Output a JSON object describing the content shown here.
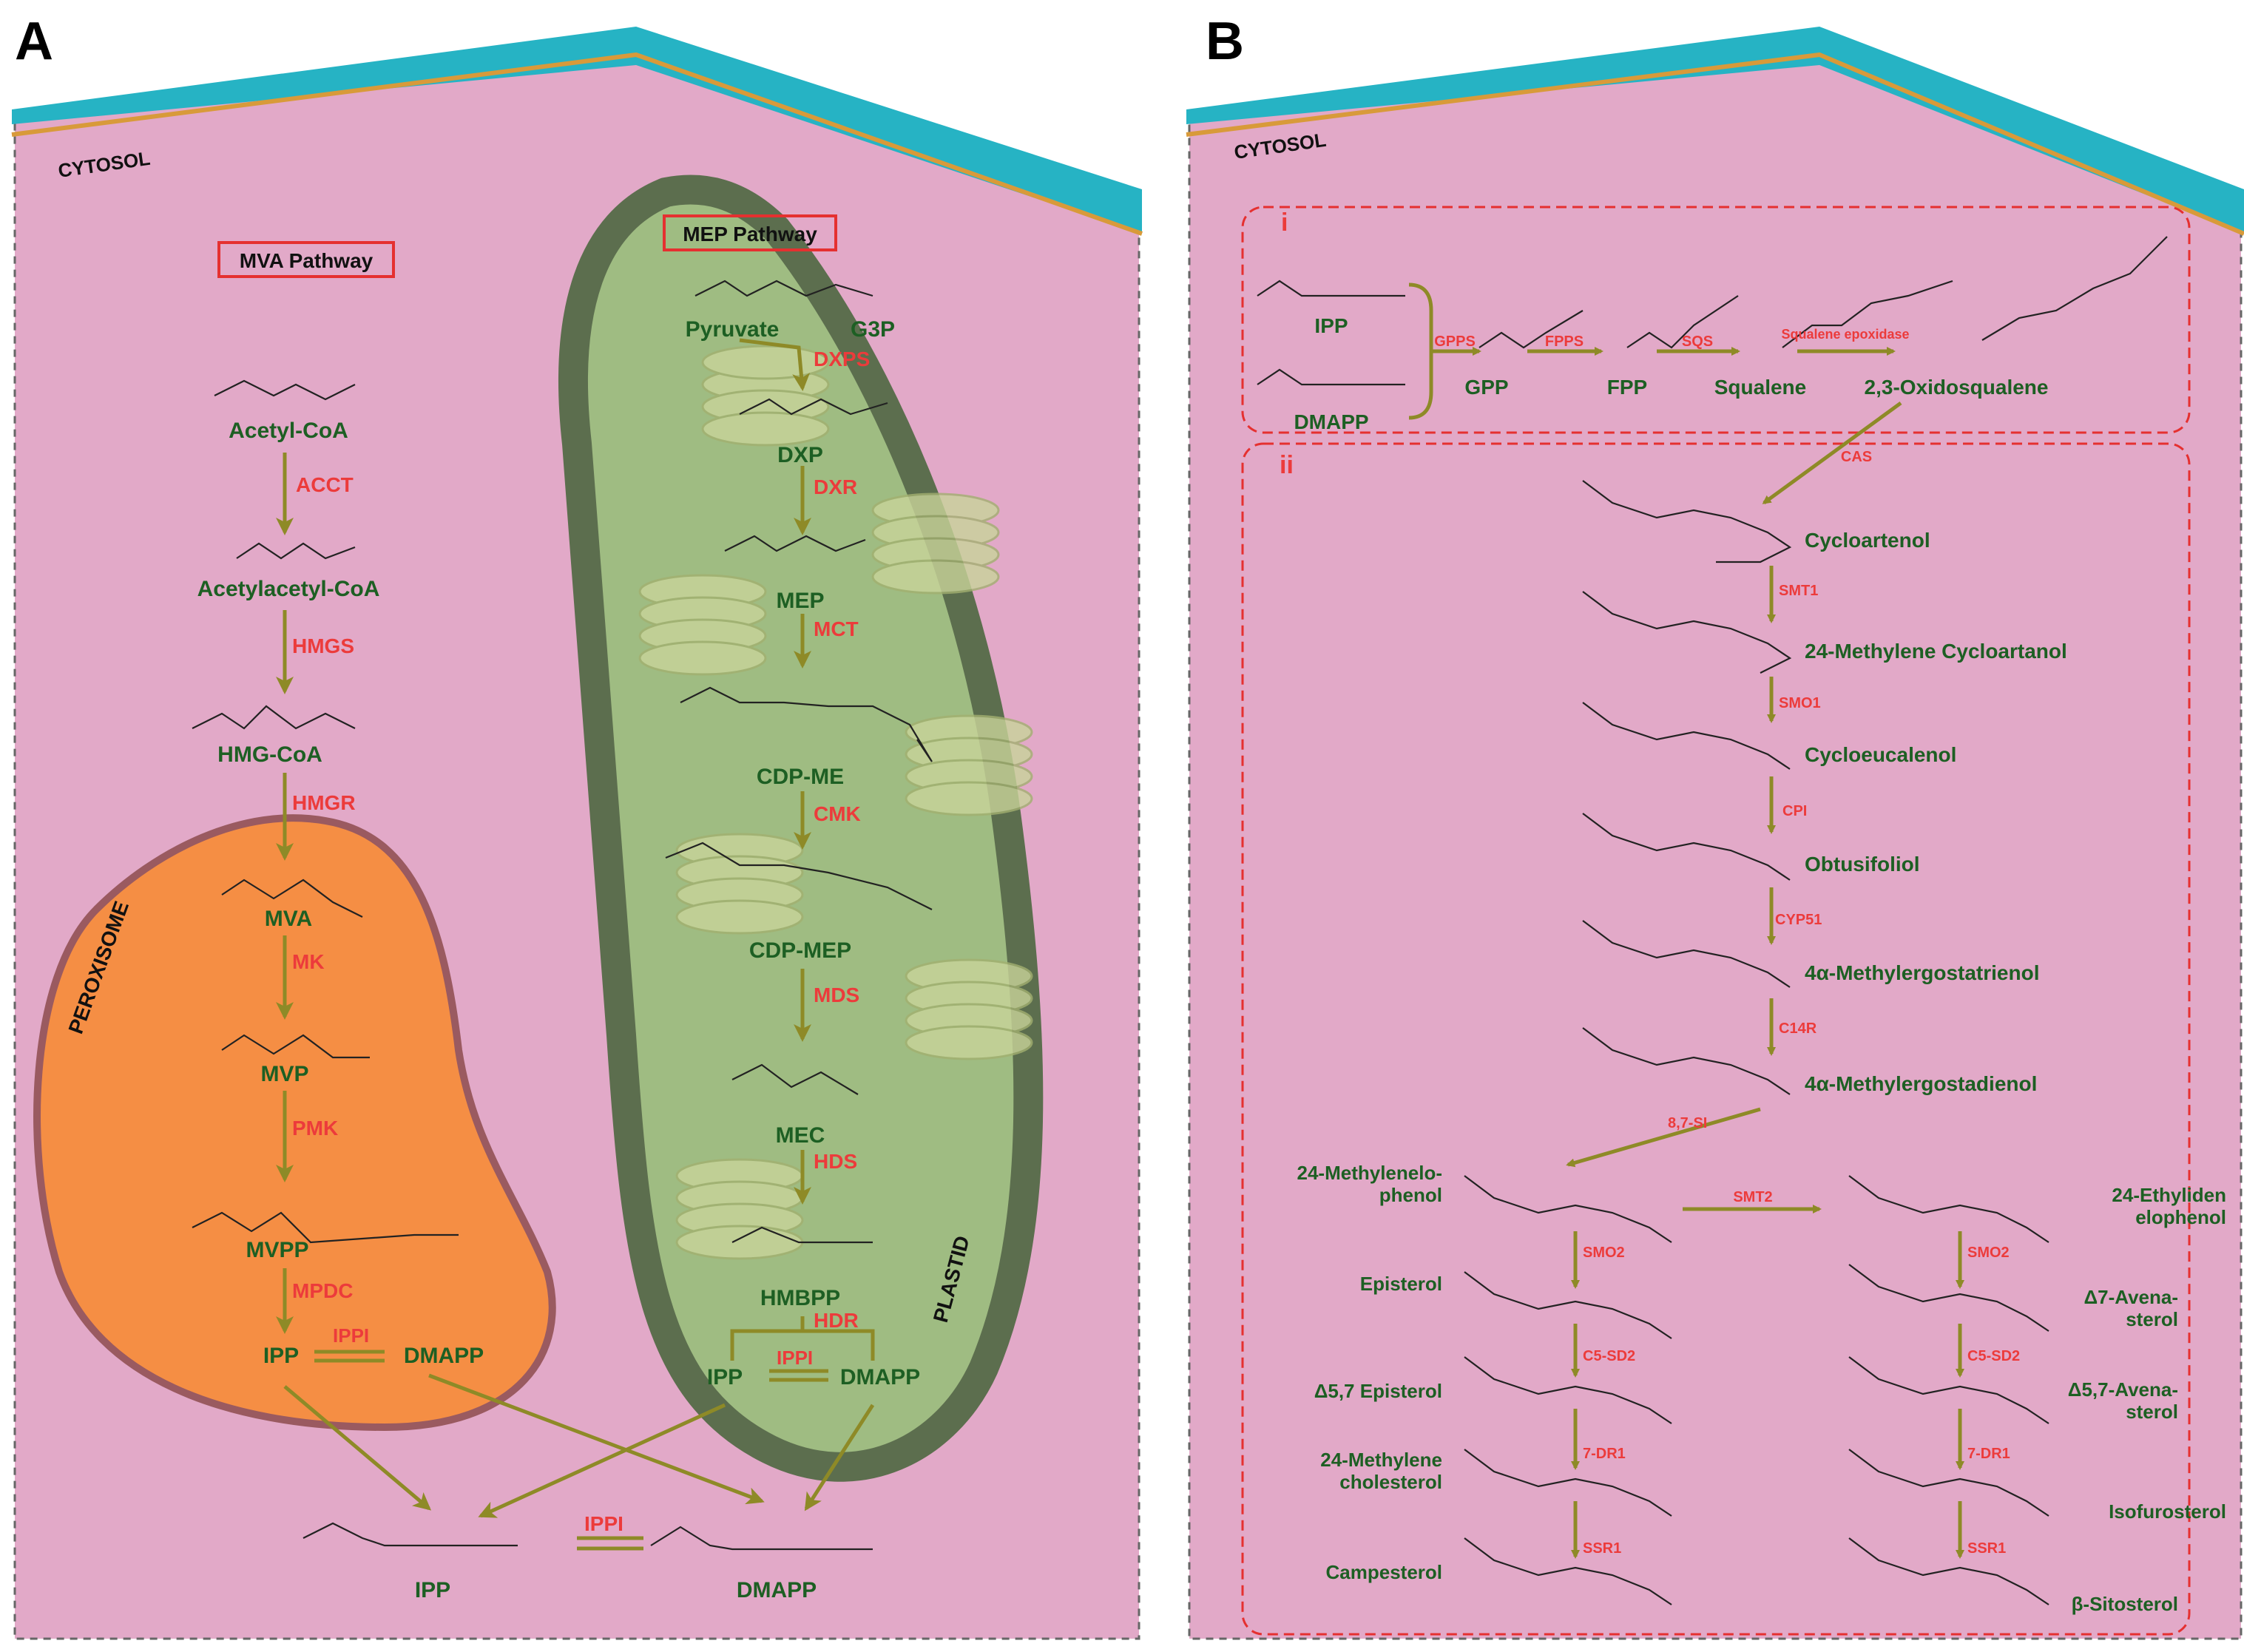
{
  "panel_a": {
    "letter": "A",
    "cytosol": "CYTOSOL",
    "peroxisome": "PEROXISOME",
    "plastid": "PLASTID",
    "mva_title": "MVA Pathway",
    "mep_title": "MEP Pathway",
    "mva_metabolites": [
      "Acetyl-CoA",
      "Acetylacetyl-CoA",
      "HMG-CoA",
      "MVA",
      "MVP",
      "MVPP",
      "IPP",
      "DMAPP"
    ],
    "mva_enzymes": [
      "ACCT",
      "HMGS",
      "HMGR",
      "MK",
      "PMK",
      "MPDC",
      "IPPI"
    ],
    "mep_metabolites": [
      "Pyruvate",
      "G3P",
      "DXP",
      "MEP",
      "CDP-ME",
      "CDP-MEP",
      "MEC",
      "HMBPP",
      "IPP",
      "DMAPP"
    ],
    "mep_enzymes": [
      "DXPS",
      "DXR",
      "MCT",
      "CMK",
      "MDS",
      "HDS",
      "HDR",
      "IPPI"
    ],
    "bottom": {
      "left": "IPP",
      "right": "DMAPP",
      "enzyme": "IPPI"
    }
  },
  "panel_b": {
    "letter": "B",
    "cytosol": "CYTOSOL",
    "section_i": "i",
    "section_ii": "ii",
    "top_inputs": [
      "IPP",
      "DMAPP"
    ],
    "top_chain": [
      "GPP",
      "FPP",
      "Squalene",
      "2,3-Oxidosqualene"
    ],
    "top_enzymes": [
      "GPPS",
      "FPPS",
      "SQS",
      "Squalene epoxidase"
    ],
    "cas": "CAS",
    "main_chain": [
      "Cycloartenol",
      "24-Methylene Cycloartanol",
      "Cycloeucalenol",
      "Obtusifoliol",
      "4α-Methylergostatrienol",
      "4α-Methylergostadienol"
    ],
    "main_enzymes": [
      "SMT1",
      "SMO1",
      "CPI",
      "CYP51",
      "C14R"
    ],
    "split_enzyme": "8,7-SI",
    "branch_enzyme": "SMT2",
    "left_branch": [
      "24-Methylenelo-\nphenol",
      "Episterol",
      "Δ5,7 Episterol",
      "24-Methylene\ncholesterol",
      "Campesterol"
    ],
    "right_branch": [
      "24-Ethyliden\nelophenol",
      "Δ7-Avena-\nsterol",
      "Δ5,7-Avena-\nsterol",
      "Isofurosterol",
      "β-Sitosterol"
    ],
    "branch_enzymes": [
      "SMO2",
      "C5-SD2",
      "7-DR1",
      "SSR1"
    ]
  },
  "colors": {
    "cell": "#e2a9c8",
    "membrane": "#26b3c4",
    "enzyme": "#ec3b3b",
    "metabolite": "#1d5f23",
    "arrow": "#8e8a27",
    "peroxisome": "#f58e44",
    "plastid": "#9fbc82",
    "plastid_border": "#5c6e4e"
  }
}
